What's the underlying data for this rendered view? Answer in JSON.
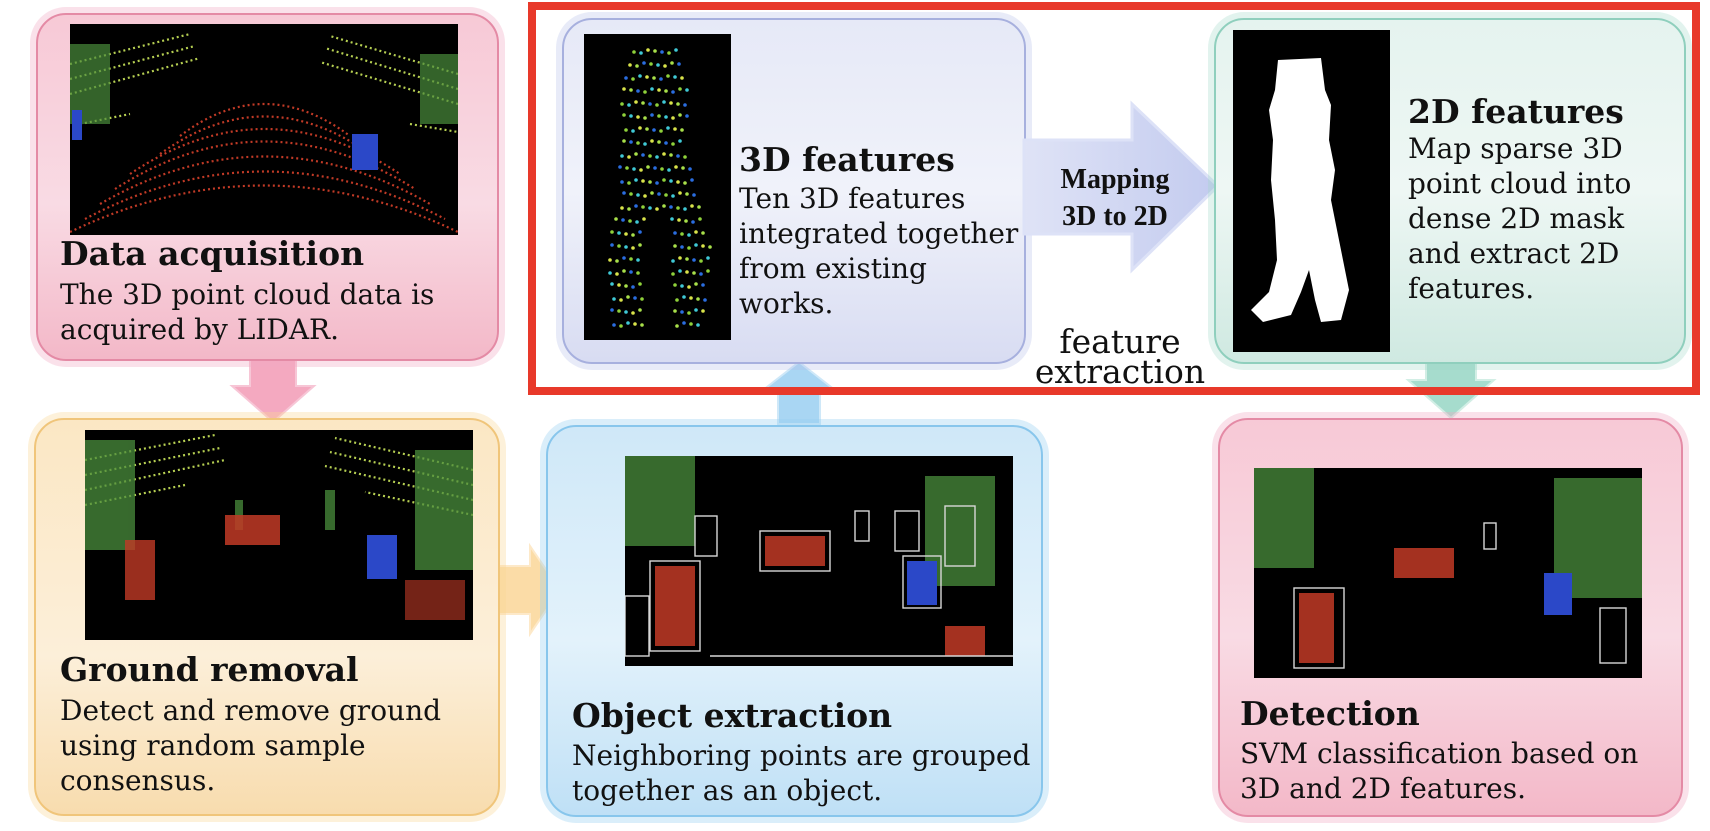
{
  "steps": {
    "data_acquisition": {
      "title": "Data acquisition",
      "desc_lines": [
        "The 3D point cloud data is",
        "acquired by LIDAR."
      ]
    },
    "ground_removal": {
      "title": "Ground removal",
      "desc_lines": [
        "Detect and remove ground",
        "using random sample",
        "consensus."
      ]
    },
    "object_extraction": {
      "title": "Object extraction",
      "desc_lines": [
        "Neighboring points are grouped",
        "together as an object."
      ]
    },
    "features_3d": {
      "title": "3D features",
      "desc_lines": [
        "Ten 3D features",
        "integrated together",
        "from existing",
        "works."
      ]
    },
    "features_2d": {
      "title": "2D features",
      "desc_lines": [
        "Map sparse 3D",
        "point cloud into",
        "dense 2D mask",
        "and extract 2D",
        "features."
      ]
    },
    "detection": {
      "title": "Detection",
      "desc_lines": [
        "SVM classification based on",
        "3D and 2D features."
      ]
    }
  },
  "mapping_arrow": {
    "lines": [
      "Mapping",
      "3D to 2D"
    ]
  },
  "feature_extraction_label": {
    "lines": [
      "feature",
      "extraction"
    ]
  },
  "colors": {
    "highlight_frame": "#e8392a",
    "pink": "#f7c9d6",
    "orange": "#fbe7c4",
    "blue": "#cfe8f8",
    "lavender": "#e6e9f7",
    "teal": "#e5f3ef"
  }
}
